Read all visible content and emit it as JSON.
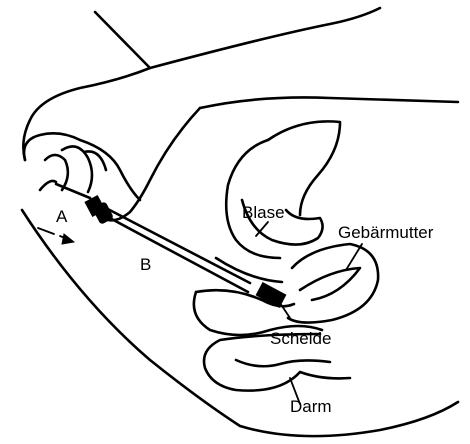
{
  "labels": {
    "a": "A",
    "b": "B",
    "bladder": "Blase",
    "uterus": "Gebärmutter",
    "vagina": "Scheide",
    "bowel": "Darm"
  }
}
